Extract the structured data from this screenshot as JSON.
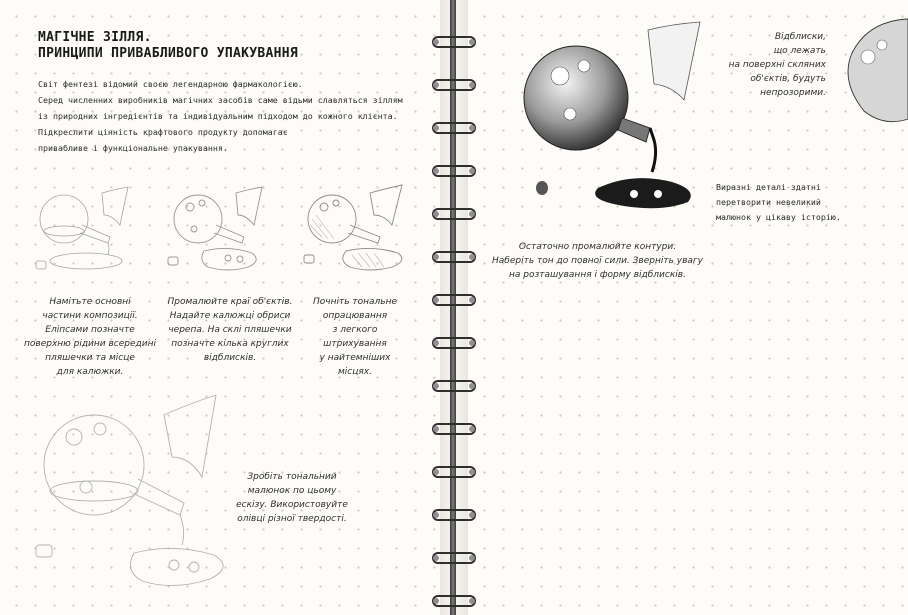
{
  "left_page": {
    "title_lines": [
      "МАГІЧНЕ ЗІЛЛЯ.",
      "ПРИНЦИПИ ПРИВАБЛИВОГО УПАКУВАННЯ"
    ],
    "intro_lines": [
      "Світ фентезі відомий своєю легендарною фармакологією.",
      "Серед численних виробників магічних засобів саме відьми славляться зіллям",
      "із природних інгредієнтів та індивідуальним підходом до кожного клієнта.",
      "Підкреслити цінність крафтового продукту допомагає",
      "привабливе і функціональне упакування."
    ],
    "step1_lines": [
      "Намітьте основні",
      "частини композиції.",
      "Еліпсами позначте",
      "поверхню рідини всередині",
      "пляшечки та місце",
      "для калюжки."
    ],
    "step2_lines": [
      "Промалюйте краї об'єктів.",
      "Надайте калюжці обриси",
      "черепа. На склі пляшечки",
      "позначте кілька круглих",
      "відблисків."
    ],
    "step3_lines": [
      "Почніть тональне",
      "опрацювання",
      "з легкого",
      "штрихування",
      "у найтемніших",
      "місцях."
    ],
    "step4_lines": [
      "Зробіть тональний",
      "малюнок по цьому",
      "ескізу. Використовуйте",
      "олівці різної твердості."
    ]
  },
  "right_page": {
    "final_lines": [
      "Остаточно промалюйте контури.",
      "Наберіть тон до повної сили. Зверніть увагу",
      "на розташування і форму відблисків."
    ],
    "reflections_lines": [
      "Відблиски,",
      "що лежать",
      "на поверхні скляних",
      "об'єктів, будуть",
      "непрозорими."
    ],
    "details_lines": [
      "Виразні деталі здатні",
      "перетворити невеликий",
      "малюнок у цікаву історію."
    ]
  },
  "colors": {
    "page": "#fdfcf9",
    "dots": "#d0cabb",
    "ink": "#1a1a1a",
    "sketch": "#9a9a9a",
    "ring": "#2e2e2e"
  }
}
